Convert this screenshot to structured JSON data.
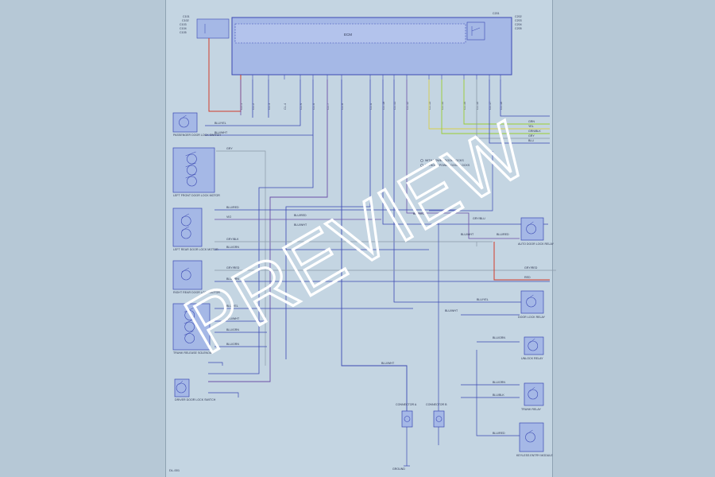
{
  "diagram": {
    "module_label": "ECM",
    "left_components": [
      "LEFT FRONT DOOR LOCK MOTOR",
      "LEFT REAR DOOR LOCK MOTOR",
      "RIGHT REAR DOOR LOCK MOTOR",
      "TRUNK RELEASE SOLENOID",
      "DRIVER DOOR LOCK SWITCH",
      "PASSENGER DOOR LOCK SWITCH"
    ],
    "right_components": [
      "AUTO DOOR LOCK RELAY",
      "DOOR LOCK RELAY",
      "UNLOCK RELAY",
      "TRUNK RELAY",
      "KEYLESS ENTRY MODULE"
    ],
    "bottom_connectors": [
      "CONNECTOR A",
      "CONNECTOR B"
    ],
    "notes": [
      "WITH POWER DOOR LOCKS",
      "WITHOUT POWER DOOR LOCKS"
    ],
    "ground_label": "GROUND",
    "page_code": "DL-001"
  },
  "watermark": "PREVIEW",
  "colors": {
    "sheet": "#c4d5e2",
    "module_fill": "#a5b8e6",
    "wire_blue": "#3b49b3",
    "wire_purple": "#6b4fa8",
    "wire_red": "#d23a2a",
    "wire_green": "#9acd32",
    "wire_yellow": "#d8cf4a",
    "wire_gray": "#8a99a8"
  }
}
